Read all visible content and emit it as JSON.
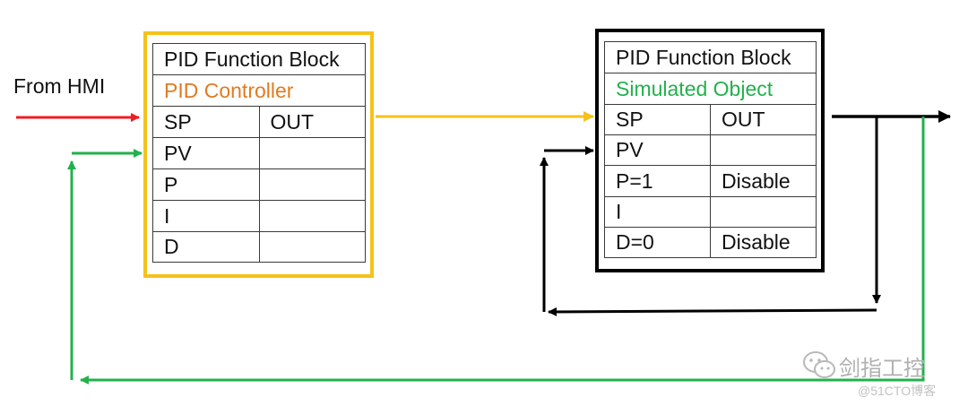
{
  "input_label": "From HMI",
  "controller": {
    "header": "PID Function Block",
    "subtitle": "PID Controller",
    "rows": [
      {
        "left": "SP",
        "right": "OUT"
      },
      {
        "left": "PV",
        "right": ""
      },
      {
        "left": "P",
        "right": ""
      },
      {
        "left": "I",
        "right": ""
      },
      {
        "left": "D",
        "right": ""
      }
    ]
  },
  "plant": {
    "header": "PID Function Block",
    "subtitle": "Simulated Object",
    "rows": [
      {
        "left": "SP",
        "right": "OUT"
      },
      {
        "left": "PV",
        "right": ""
      },
      {
        "left": "P=1",
        "right": "Disable"
      },
      {
        "left": "I",
        "right": ""
      },
      {
        "left": "D=0",
        "right": "Disable"
      }
    ]
  },
  "watermark": {
    "brand": "剑指工控",
    "source": "@51CTO博客"
  },
  "colors": {
    "hmi_arrow": "#ee1c24",
    "controller_border": "#f5c21a",
    "controller_title": "#e07b22",
    "signal_out": "#f5c21a",
    "plant_border": "#000000",
    "plant_title": "#22b14c",
    "feedback_green": "#22b14c",
    "feedback_black": "#000000"
  }
}
